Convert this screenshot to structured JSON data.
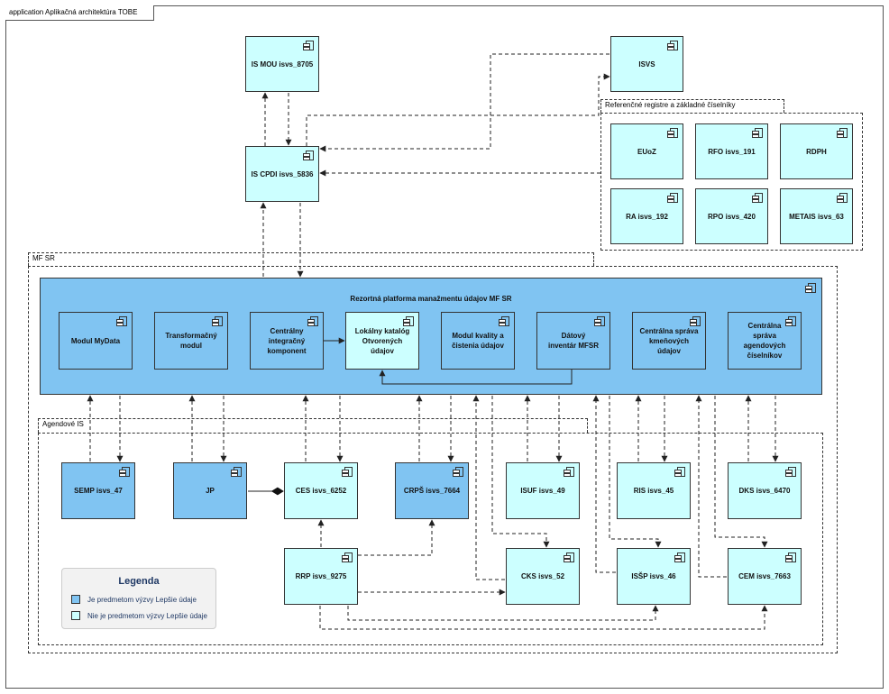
{
  "frame": {
    "title": "application Aplikačná architektúra TOBE"
  },
  "groups": {
    "registers": "Referenčné registre a základné číselníky",
    "mfsr": "MF SR",
    "agendove": "Agendové IS"
  },
  "platform": {
    "title": "Rezortná platforma manažmentu údajov MF SR"
  },
  "components": {
    "ismou": "IS MOU isvs_8705",
    "isvs": "ISVS",
    "iscpdi": "IS CPDI isvs_5836",
    "euoz": "EUoZ",
    "rfo": "RFO isvs_191",
    "rdph": "RDPH",
    "ra": "RA isvs_192",
    "rpo": "RPO isvs_420",
    "metais": "METAIS isvs_63",
    "mydata": "Modul MyData",
    "transform": "Transformačný modul",
    "integr": "Centrálny integračný komponent",
    "katalog": "Lokálny katalóg Otvorených údajov",
    "kvalita": "Modul kvality a čistenia údajov",
    "inventar": "Dátový inventár MFSR",
    "kmenove": "Centrálna správa kmeňových údajov",
    "agendove_cis": "Centrálna správa agendových číselníkov",
    "semp": "SEMP isvs_47",
    "jp": "JP",
    "ces": "CES isvs_6252",
    "crps": "CRPŠ isvs_7664",
    "isuf": "ISUF isvs_49",
    "ris": "RIS isvs_45",
    "dks": "DKS isvs_6470",
    "rrp": "RRP isvs_9275",
    "cks": "CKS isvs_52",
    "issp": "ISŠP isvs_46",
    "cem": "CEM isvs_7663"
  },
  "legend": {
    "title": "Legenda",
    "items": [
      {
        "label": "Je predmetom výzvy Lepšie údaje",
        "color": "#80c4f2"
      },
      {
        "label": "Nie je predmetom výzvy Lepšie údaje",
        "color": "#ccffff"
      }
    ]
  },
  "colors": {
    "in_scope": "#80c4f2",
    "out_of_scope": "#ccffff",
    "line": "#333333"
  }
}
